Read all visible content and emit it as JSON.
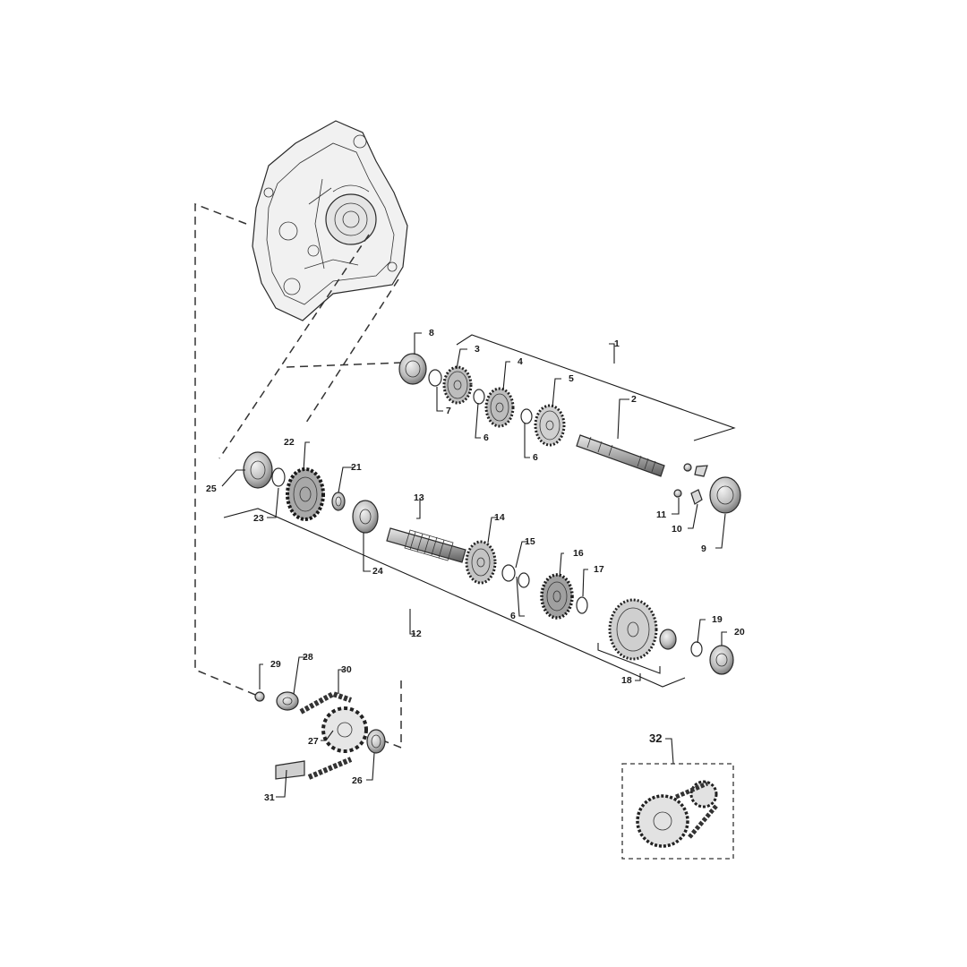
{
  "diagram": {
    "callouts": [
      "1",
      "2",
      "3",
      "4",
      "5",
      "6",
      "6",
      "6",
      "7",
      "8",
      "9",
      "10",
      "11",
      "12",
      "13",
      "14",
      "15",
      "16",
      "17",
      "18",
      "19",
      "20",
      "21",
      "22",
      "23",
      "24",
      "25",
      "26",
      "27",
      "28",
      "29",
      "30",
      "31",
      "32"
    ]
  }
}
